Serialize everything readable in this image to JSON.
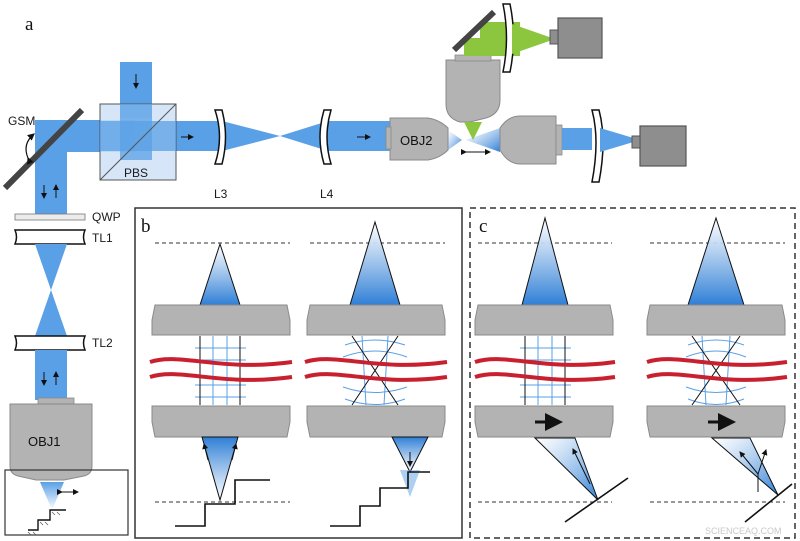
{
  "panels": {
    "a": "a",
    "b": "b",
    "c": "c"
  },
  "labels": {
    "gsm": "GSM",
    "pbs": "PBS",
    "qwp": "QWP",
    "tl1": "TL1",
    "tl2": "TL2",
    "l3": "L3",
    "l4": "L4",
    "obj1": "OBJ1",
    "obj2": "OBJ2"
  },
  "watermark": "SCIENCEAQ.COM",
  "colors": {
    "beam": "#5aa0e6",
    "beam_dark": "#2f6fc0",
    "green": "#8cc63f",
    "tissue": "#c8202f",
    "objective": "#b3b3b3",
    "camera": "#8e8e8e"
  }
}
